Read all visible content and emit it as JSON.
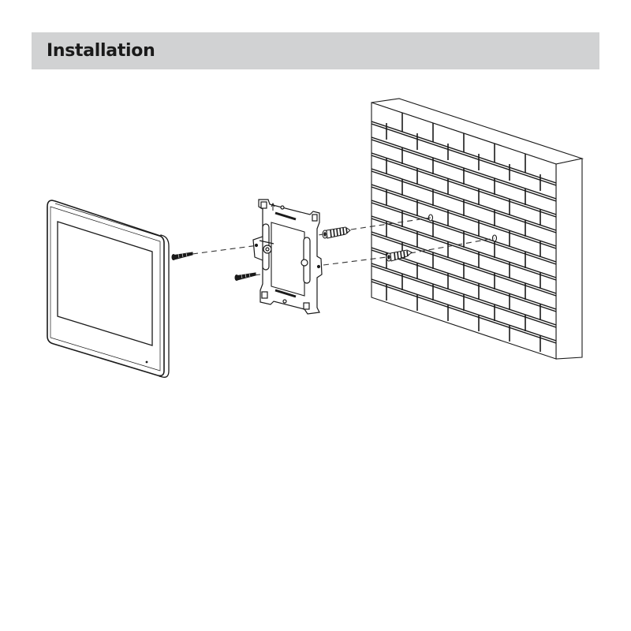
{
  "section": {
    "title": "Installation",
    "header_bg": "#d1d2d3"
  },
  "figure": {
    "description": "Exploded installation diagram: indoor monitor, two mounting screws, wall mounting bracket, two wall plugs (anchors), brick wall",
    "components": [
      {
        "name": "indoor-monitor",
        "icon": "monitor-icon"
      },
      {
        "name": "screw",
        "icon": "screw-icon",
        "count": 2
      },
      {
        "name": "mounting-bracket",
        "icon": "bracket-icon"
      },
      {
        "name": "wall-plug",
        "icon": "anchor-icon",
        "count": 2
      },
      {
        "name": "brick-wall",
        "icon": "wall-icon"
      }
    ],
    "line_color": "#1a1a1a"
  }
}
